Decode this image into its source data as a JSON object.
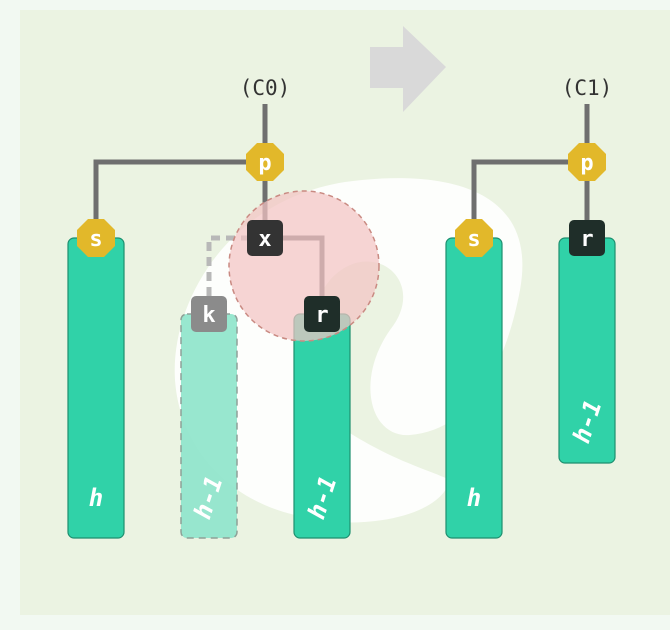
{
  "colors": {
    "panel": "#ebf3e2",
    "frame": "#f2f9f2",
    "bar": "#30d2a8",
    "bar_stroke": "#1d8f6f",
    "bar_ghost": "#93e6cd",
    "edge": "#6f6f6f",
    "p_node": "#e2b82a",
    "s_node": "#e2b82a",
    "x_node": "#333333",
    "r_node": "#1f2e29",
    "k_node": "#8b8b8b",
    "highlight": "#f2c3c3",
    "arrow": "#d9d9d9",
    "blob": "#ffffff"
  },
  "arrow": {
    "icon": "right-arrow-icon"
  },
  "left_tree": {
    "context": "(C0)",
    "p": "p",
    "s": "s",
    "x": "x",
    "k": "k",
    "r": "r",
    "s_subtree": "h",
    "k_subtree": "h-1",
    "r_subtree": "h-1"
  },
  "right_tree": {
    "context": "(C1)",
    "p": "p",
    "s": "s",
    "r": "r",
    "s_subtree": "h",
    "r_subtree": "h-1"
  }
}
